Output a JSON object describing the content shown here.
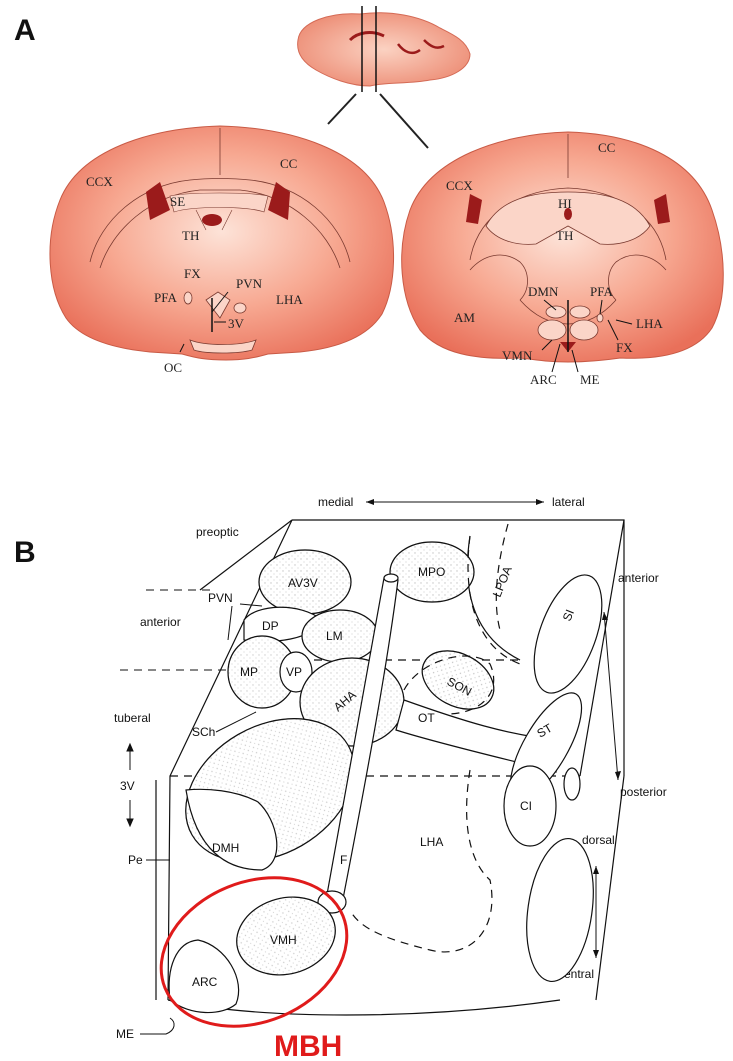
{
  "panel_a": {
    "letter": "A",
    "section_left_labels": {
      "ccx": "CCX",
      "cc": "CC",
      "se": "SE",
      "th": "TH",
      "fx": "FX",
      "pvn": "PVN",
      "pfa": "PFA",
      "lha": "LHA",
      "third_v": "3V",
      "oc": "OC"
    },
    "section_right_labels": {
      "ccx": "CCX",
      "cc": "CC",
      "hi": "HI",
      "th": "TH",
      "dmn": "DMN",
      "pfa": "PFA",
      "am": "AM",
      "lha": "LHA",
      "fx": "FX",
      "vmn": "VMN",
      "arc": "ARC",
      "me": "ME"
    },
    "colors": {
      "tissue": "#f08a72",
      "tissue_light": "#fbd5c8",
      "ventricle": "#9b1b1b"
    }
  },
  "panel_b": {
    "letter": "B",
    "axes": {
      "medial": "medial",
      "lateral": "lateral",
      "anterior_axis": "anterior",
      "posterior": "posterior",
      "dorsal": "dorsal",
      "ventral": "ventral"
    },
    "levels": {
      "preoptic": "preoptic",
      "anterior": "anterior",
      "tuberal": "tuberal"
    },
    "side_labels": {
      "pvn": "PVN",
      "sch": "SCh",
      "third_v": "3V",
      "pe": "Pe",
      "me": "ME"
    },
    "nuclei": {
      "av3v": "AV3V",
      "mpo": "MPO",
      "lpoa": "LPOA",
      "si": "SI",
      "dp": "DP",
      "lm": "LM",
      "mp": "MP",
      "vp": "VP",
      "son": "SON",
      "aha": "AHA",
      "ot": "OT",
      "st": "ST",
      "ci": "CI",
      "lha": "LHA",
      "dmh": "DMH",
      "f": "F",
      "vmh": "VMH",
      "arc": "ARC"
    },
    "highlight_label": "MBH",
    "highlight_color": "#e01b1b"
  }
}
